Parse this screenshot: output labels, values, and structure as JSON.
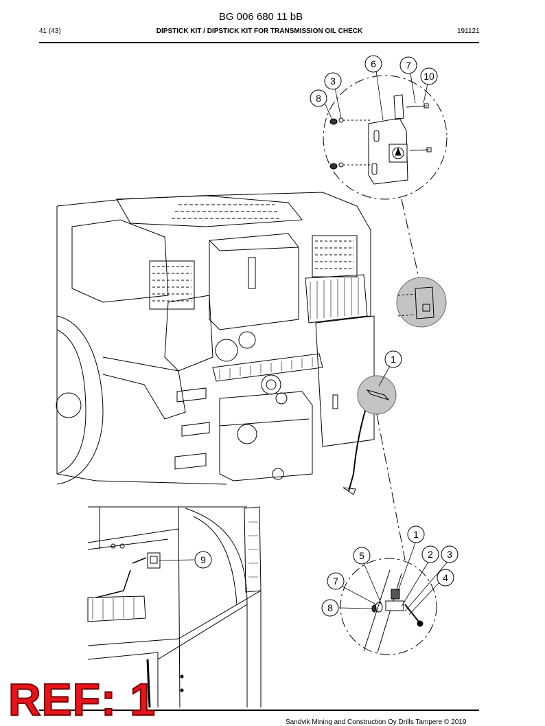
{
  "header": {
    "doc_id": "BG 006 680 11 bB",
    "page": "41 (43)",
    "title": "DIPSTICK KIT / DIPSTICK KIT FOR TRANSMISSION OIL CHECK",
    "date": "191121"
  },
  "callouts": {
    "top_detail": [
      "6",
      "7",
      "10",
      "3",
      "8"
    ],
    "main_view": [
      "1"
    ],
    "bottom_detail": [
      "1",
      "5",
      "2",
      "3",
      "4",
      "7",
      "8"
    ],
    "left_detail": [
      "9"
    ]
  },
  "footer": {
    "copyright": "Sandvik Mining and Construction Oy Drills Tampere © 2019"
  },
  "stamp": {
    "text": "REF: 1"
  }
}
